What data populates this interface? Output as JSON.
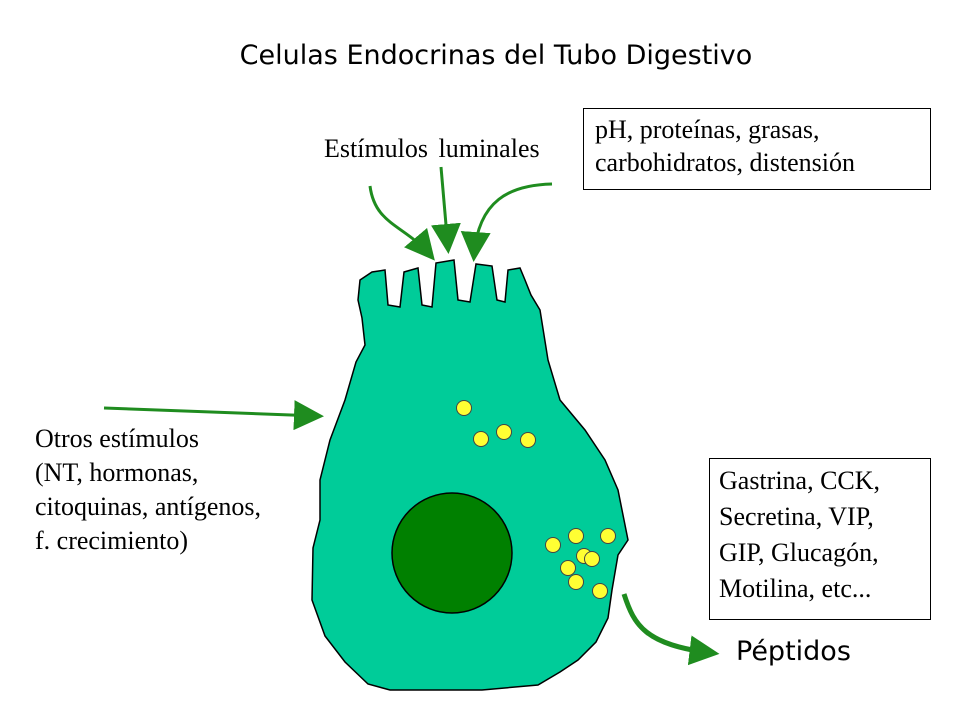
{
  "title": "Celulas Endocrinas del Tubo Digestivo",
  "luminal_label": "Estímulos luminales",
  "luminal_box": [
    "pH, proteínas, grasas,",
    "carbohidratos, distensión"
  ],
  "other_stimuli": [
    "Otros estímulos",
    "(NT, hormonas,",
    "citoquinas, antígenos,",
    "f. crecimiento)"
  ],
  "peptides_box": [
    "Gastrina, CCK,",
    "Secretina, VIP,",
    "GIP, Glucagón,",
    "Motilina, etc..."
  ],
  "output_label": "Péptidos",
  "colors": {
    "cell": "#00cc99",
    "nucleus": "#008000",
    "granule": "#ffff33",
    "arrow": "#1f8c1f"
  }
}
